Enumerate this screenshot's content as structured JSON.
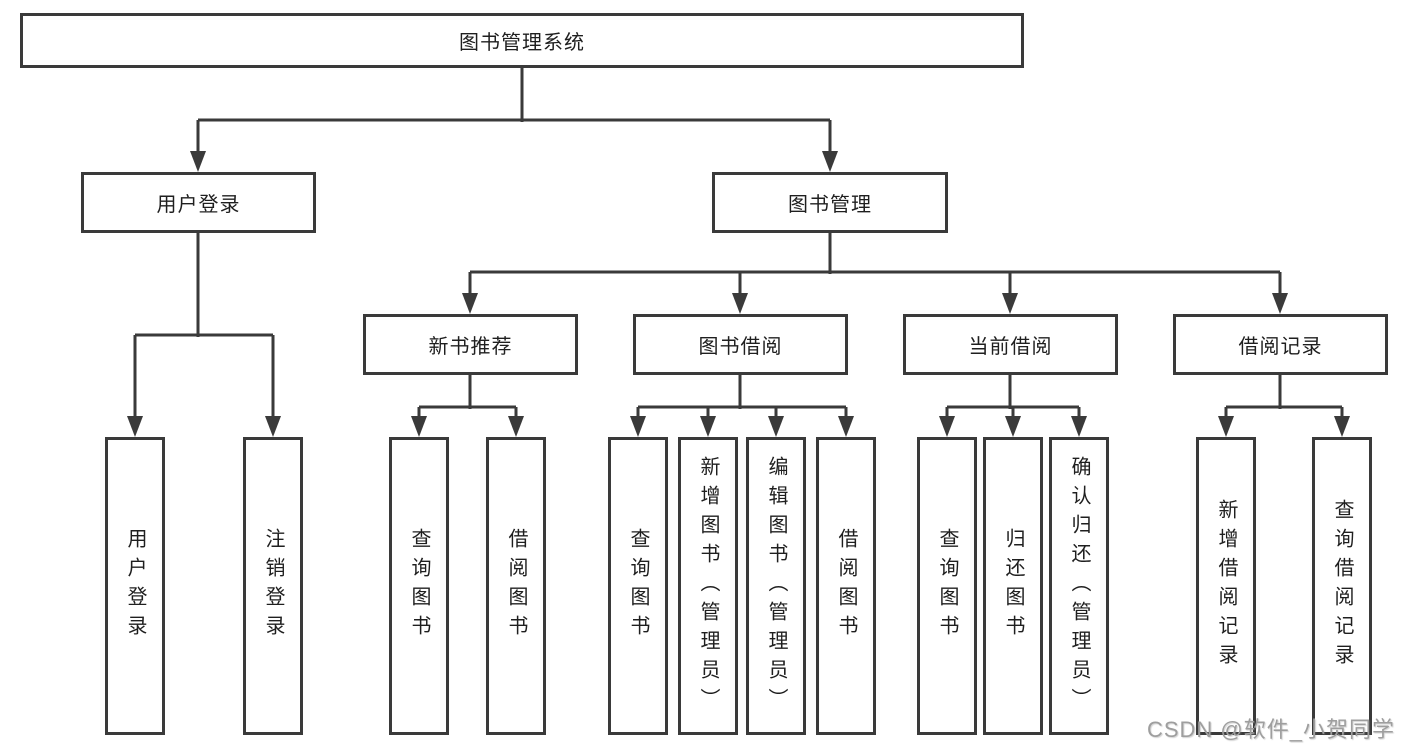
{
  "diagram": {
    "type": "hierarchy-tree",
    "orientation": "top-down"
  },
  "tree": {
    "label": "图书管理系统",
    "children": [
      {
        "label": "用户登录",
        "children": [
          {
            "label": "用户登录"
          },
          {
            "label": "注销登录"
          }
        ]
      },
      {
        "label": "图书管理",
        "children": [
          {
            "label": "新书推荐",
            "children": [
              {
                "label": "查询图书"
              },
              {
                "label": "借阅图书"
              }
            ]
          },
          {
            "label": "图书借阅",
            "children": [
              {
                "label": "查询图书"
              },
              {
                "label": "新增图书（管理员）"
              },
              {
                "label": "编辑图书（管理员）"
              },
              {
                "label": "借阅图书"
              }
            ]
          },
          {
            "label": "当前借阅",
            "children": [
              {
                "label": "查询图书"
              },
              {
                "label": "归还图书"
              },
              {
                "label": "确认归还（管理员）"
              }
            ]
          },
          {
            "label": "借阅记录",
            "children": [
              {
                "label": "新增借阅记录"
              },
              {
                "label": "查询借阅记录"
              }
            ]
          }
        ]
      }
    ]
  },
  "watermark": {
    "text": "CSDN @软件_小贺同学"
  },
  "colors": {
    "line": "#3a3a3a",
    "box_border": "#3a3a3a",
    "text": "#1f1f1f",
    "background": "#ffffff",
    "watermark": "#9e9e9e"
  }
}
